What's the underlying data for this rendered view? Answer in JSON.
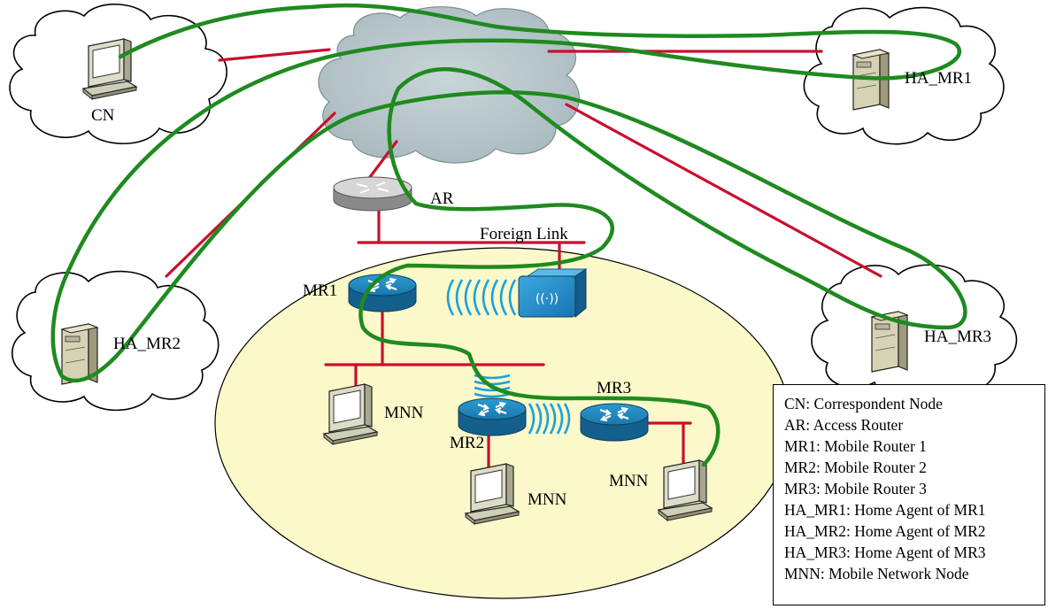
{
  "labels": {
    "cn": "CN",
    "ha_mr1": "HA_MR1",
    "ha_mr2": "HA_MR2",
    "ha_mr3": "HA_MR3",
    "ar": "AR",
    "foreign_link": "Foreign Link",
    "mr1": "MR1",
    "mr2": "MR2",
    "mr3": "MR3",
    "mnn": "MNN"
  },
  "legend": [
    "CN: Correspondent Node",
    "AR: Access Router",
    "MR1: Mobile Router 1",
    "MR2: Mobile Router 2",
    "MR3: Mobile Router 3",
    "HA_MR1: Home Agent of MR1",
    "HA_MR2: Home Agent of MR2",
    "HA_MR3: Home Agent of MR3",
    "MNN: Mobile Network Node"
  ],
  "colors": {
    "link_line": "#c8102e",
    "tunnel_path": "#1f8a1f",
    "mobile_network_area": "#fbf8c9",
    "internet_cloud": "#b6c5c9",
    "router": "#1b7fb3",
    "wireless_waves": "#1aa0e0"
  },
  "icons": [
    "computer-icon",
    "server-icon",
    "router-icon",
    "wireless-access-point-icon",
    "wireless-signal-icon",
    "internet-cloud-icon"
  ]
}
